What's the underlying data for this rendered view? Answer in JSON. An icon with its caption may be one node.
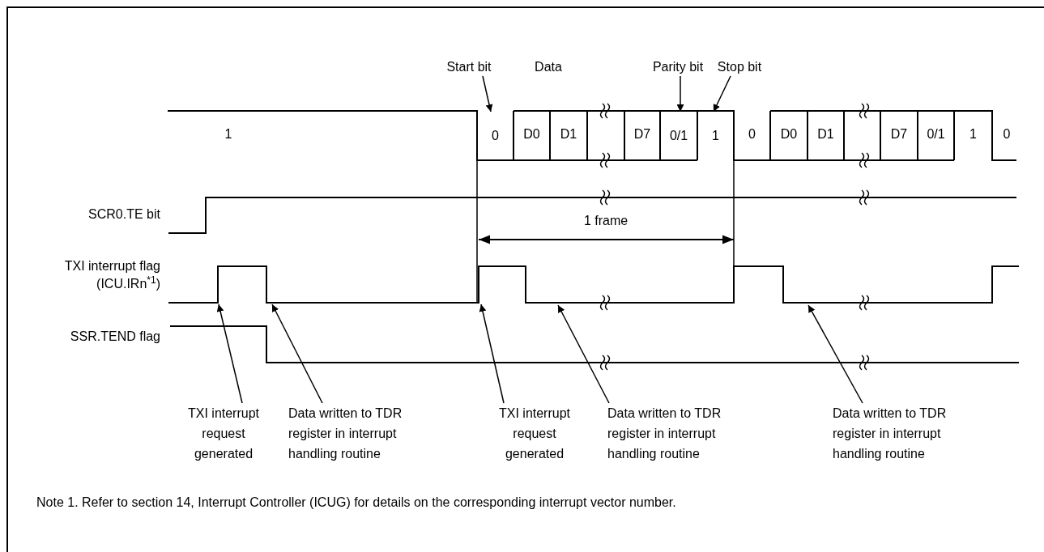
{
  "diagram": {
    "nodes": [
      {
        "text": [
          "Start bit"
        ]
      },
      {
        "text": [
          "Data"
        ]
      },
      {
        "text": [
          "Parity bit"
        ]
      },
      {
        "text": [
          "Stop bit"
        ]
      },
      {
        "text": [
          "0"
        ]
      },
      {
        "text": [
          "0/1"
        ]
      },
      {
        "text": [
          "1"
        ]
      },
      {
        "text": [
          "TXI interrupt request generated"
        ]
      },
      {
        "text": [
          "Data written to TDR register in interrupt handling routine"
        ]
      },
      {
        "text": [
          "TXI interrupt request generated"
        ]
      },
      {
        "text": [
          "Data written to TDR register in interrupt handling routine"
        ]
      },
      {
        "text": [
          "Data written to TDR register in interrupt handling routine"
        ]
      }
    ],
    "edges": [
      {
        "from": 0,
        "to": 4,
        "arrow": "to"
      },
      {
        "from": 2,
        "to": 5,
        "arrow": "to"
      },
      {
        "from": 3,
        "to": 6,
        "arrow": "to"
      },
      {
        "from": 7,
        "to": null,
        "arrow": "to"
      },
      {
        "from": 8,
        "to": null,
        "arrow": "to"
      },
      {
        "from": 9,
        "to": null,
        "arrow": "to"
      },
      {
        "from": 10,
        "to": null,
        "arrow": "to"
      },
      {
        "from": 11,
        "to": null,
        "arrow": "to"
      }
    ],
    "labels": [
      "1",
      "D0",
      "D1",
      "D7",
      "0",
      "D0",
      "D1",
      "D7",
      "0/1",
      "1",
      "0",
      "SCR0.TE bit",
      "TXI interrupt flag (ICU.IRn$^{*1}$)",
      "SSR.TEND flag",
      "1 frame",
      "Note 1. Refer to section 14, Interrupt Controller (ICUG) for details on the corresponding interrupt vector number."
    ]
  }
}
